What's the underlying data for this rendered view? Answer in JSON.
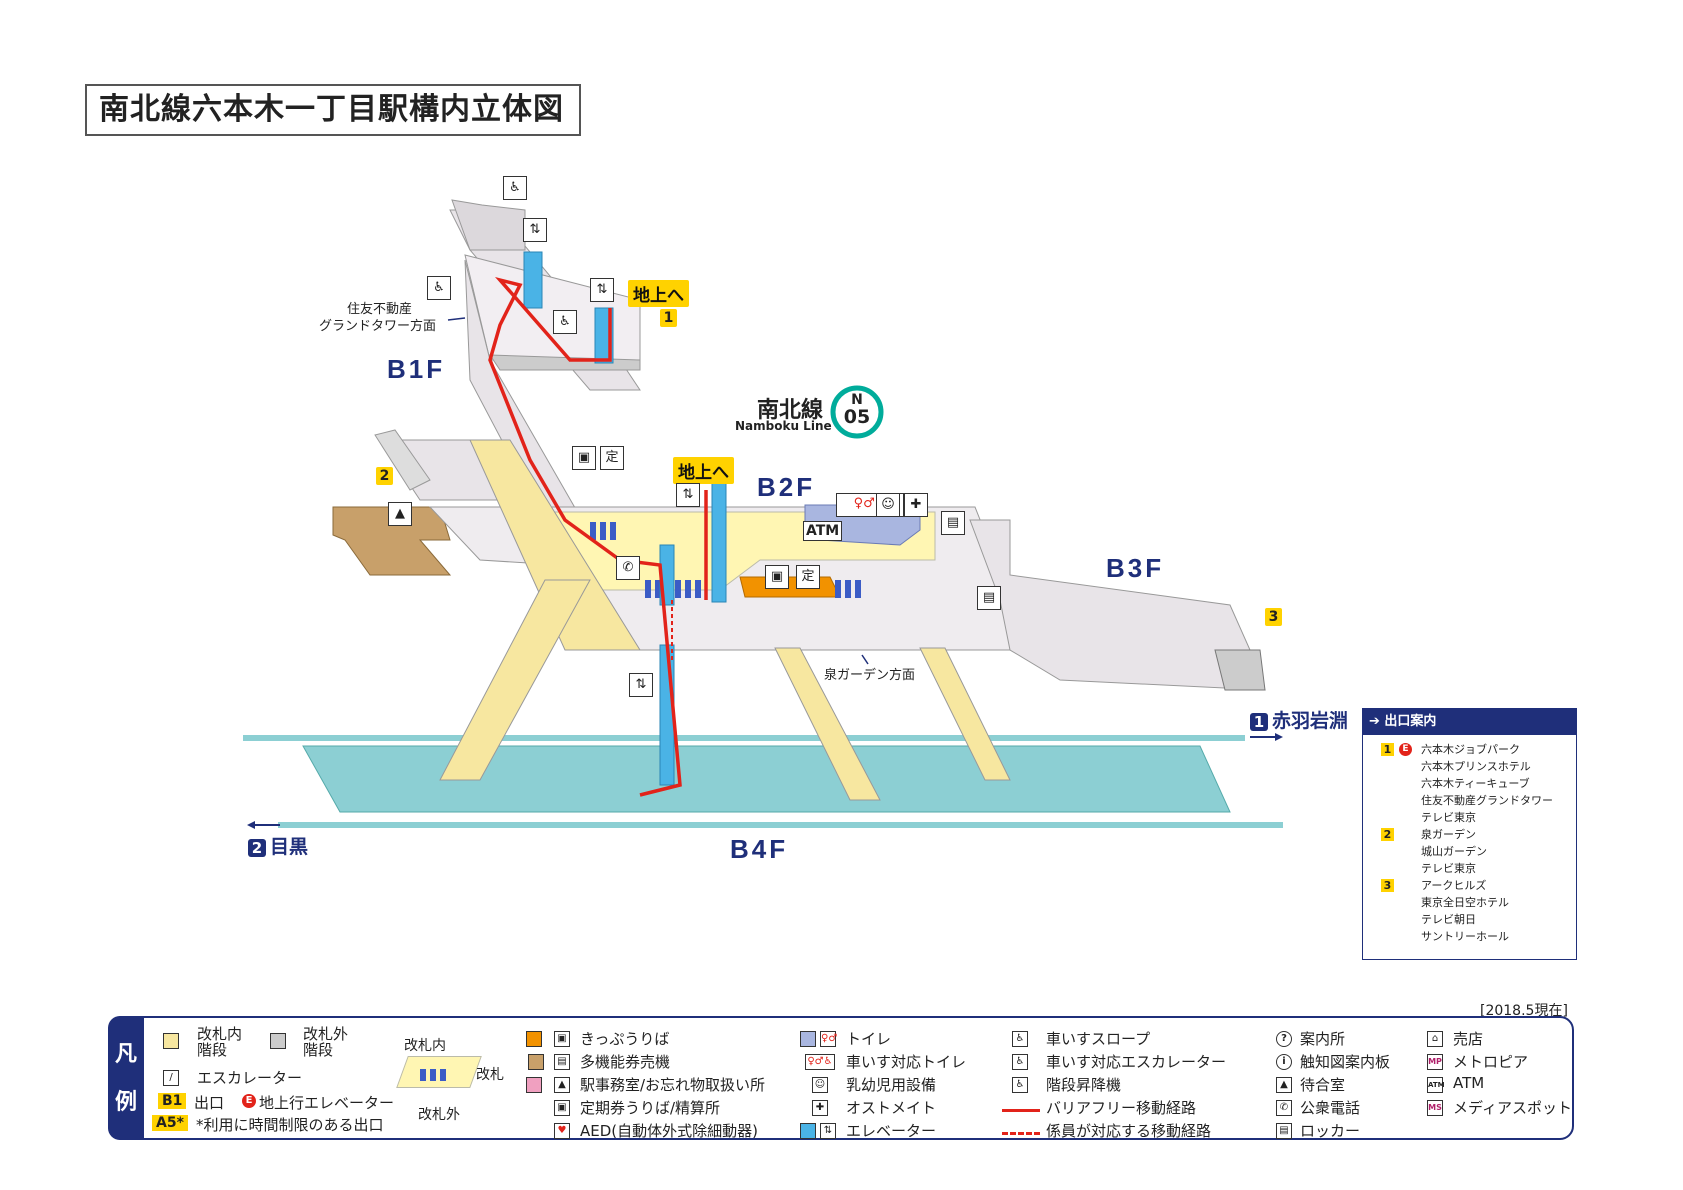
{
  "title": "南北線六本木一丁目駅構内立体図",
  "date_note": "[2018.5現在]",
  "floors": {
    "b1f": "B1F",
    "b2f": "B2F",
    "b3f": "B3F",
    "b4f": "B4F"
  },
  "line": {
    "name_ja": "南北線",
    "name_en": "Namboku Line",
    "code_letter": "N",
    "code_number": "05",
    "color": "#00ac9b"
  },
  "map_labels": {
    "to_ground_1": "地上へ",
    "to_ground_2": "地上へ",
    "sumitomo_direction_line1": "住友不動産",
    "sumitomo_direction_line2": "グランドタワー方面",
    "izumi_direction": "泉ガーデン方面",
    "atm": "ATM"
  },
  "exit_markers": [
    "1",
    "2",
    "3"
  ],
  "directions": {
    "right": {
      "number": "1",
      "label": "赤羽岩淵"
    },
    "left": {
      "number": "2",
      "label": "目黒"
    }
  },
  "exit_guide": {
    "header": "出口案内",
    "groups": [
      {
        "exit": "1",
        "elevator_mark": "E",
        "places": [
          "六本木ジョブパーク",
          "六本木プリンスホテル",
          "六本木ティーキューブ",
          "住友不動産グランドタワー",
          "テレビ東京"
        ]
      },
      {
        "exit": "2",
        "places": [
          "泉ガーデン",
          "城山ガーデン",
          "テレビ東京"
        ]
      },
      {
        "exit": "3",
        "places": [
          "アークヒルズ",
          "東京全日空ホテル",
          "テレビ朝日",
          "サントリーホール"
        ]
      }
    ]
  },
  "legend": {
    "side_label_1": "凡",
    "side_label_2": "例",
    "stairs_inside_1": "改札内",
    "stairs_inside_2": "階段",
    "stairs_outside_1": "改札外",
    "stairs_outside_2": "階段",
    "escalator": "エスカレーター",
    "gate_inside": "改札内",
    "gate": "改札",
    "gate_outside": "改札外",
    "exit_tag": "B1",
    "exit_text": "出口",
    "elevator_mark": "E",
    "up_elevator": "地上行エレベーター",
    "limited_tag": "A5*",
    "limited_text": "*利用に時間制限のある出口",
    "col3": [
      "きっぷうりば",
      "多機能券売機",
      "駅事務室/お忘れ物取扱い所",
      "定期券うりば/精算所",
      "AED(自動体外式除細動器)"
    ],
    "col4": [
      "トイレ",
      "車いす対応トイレ",
      "乳幼児用設備",
      "オストメイト",
      "エレベーター"
    ],
    "col5": [
      "車いすスロープ",
      "車いす対応エスカレーター",
      "階段昇降機",
      "バリアフリー移動経路",
      "係員が対応する移動経路"
    ],
    "col6": [
      "案内所",
      "触知図案内板",
      "待合室",
      "公衆電話",
      "ロッカー"
    ],
    "col7": [
      "売店",
      "メトロピア",
      "ATM",
      "メディアスポット"
    ]
  },
  "colors": {
    "navy": "#1f2f7a",
    "concourse": "#fff6b3",
    "platform": "#8ccfd3",
    "route": "#e2231a",
    "exit_yellow": "#ffd200",
    "office": "#c8a06a",
    "ticket": "#f29200"
  }
}
